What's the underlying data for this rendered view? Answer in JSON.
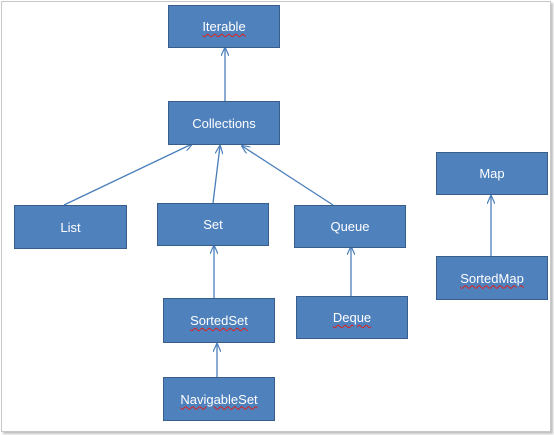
{
  "diagram": {
    "nodes": {
      "iterable": "Iterable",
      "collections": "Collections",
      "list": "List",
      "set": "Set",
      "queue": "Queue",
      "sortedset": "SortedSet",
      "deque": "Deque",
      "navigableset": "NavigableSet",
      "map": "Map",
      "sortedmap": "SortedMap"
    },
    "edges": [
      {
        "from": "Collections",
        "to": "Iterable"
      },
      {
        "from": "List",
        "to": "Collections"
      },
      {
        "from": "Set",
        "to": "Collections"
      },
      {
        "from": "Queue",
        "to": "Collections"
      },
      {
        "from": "SortedSet",
        "to": "Set"
      },
      {
        "from": "Deque",
        "to": "Queue"
      },
      {
        "from": "NavigableSet",
        "to": "SortedSet"
      },
      {
        "from": "SortedMap",
        "to": "Map"
      }
    ]
  },
  "colors": {
    "node_fill": "#4f81bd",
    "node_border": "#385d8a",
    "node_text": "#ffffff",
    "arrow": "#4a7ebb",
    "spellcheck_underline": "#e0201c"
  }
}
